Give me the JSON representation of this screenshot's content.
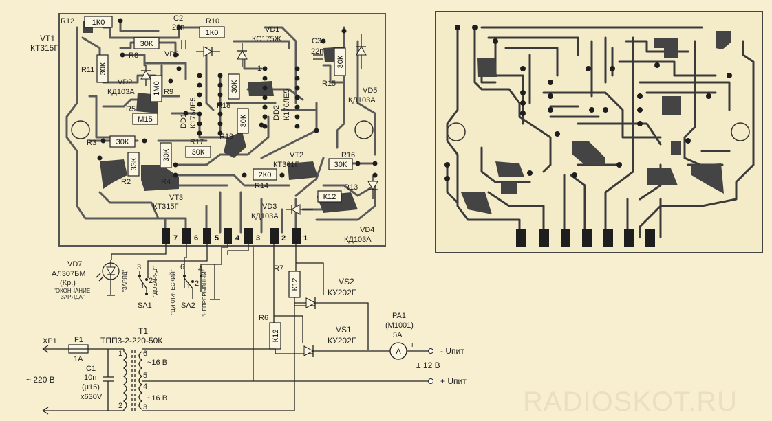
{
  "watermark": "RADIOSKOT.RU",
  "components": {
    "R12": "R12",
    "R12_val": "1К0",
    "VT1": "VT1",
    "VT1_type": "КТ315Г",
    "C2": "C2",
    "C2_val": "22n",
    "R10": "R10",
    "R10_val": "1К0",
    "VD1": "VD1",
    "VD1_type": "КС175Ж",
    "R8": "R8",
    "R8_val": "30К",
    "VD6": "VD6",
    "C3": "C3",
    "C3_val": "22n",
    "R11": "R11",
    "R11_val": "30К",
    "VD2": "VD2",
    "VD2_type": "КД103А",
    "R9": "R9",
    "R9_val": "1М0",
    "R5": "R5",
    "R5_val": "М15",
    "DD1": "DD1",
    "DD1_type": "К176ЛЕ5",
    "DD2": "DD2",
    "DD2_type": "К176ЛЕ5",
    "VD5": "VD5",
    "VD5_type": "КД103А",
    "R15": "R15",
    "R15_val": "30К",
    "R18": "R18",
    "R18_val": "30К",
    "R19": "R19",
    "R19_val": "30К",
    "R3": "R3",
    "R3_val": "30К",
    "R17": "R17",
    "R17_val": "30К",
    "R4": "R4",
    "R4_val": "30К",
    "R2": "R2",
    "R2_val": "33К",
    "VT2": "VT2",
    "VT2_type": "КТ361Г",
    "R16": "R16",
    "R16_val": "30К",
    "R14": "R14",
    "R14_val": "2К0",
    "R13": "R13",
    "R13_val": "К12",
    "VT3": "VT3",
    "VT3_type": "КТ315Г",
    "VD3": "VD3",
    "VD3_type": "КД103А",
    "VD4": "VD4",
    "VD4_type": "КД103А",
    "one": "1"
  },
  "pins": [
    "7",
    "6",
    "5",
    "4",
    "3",
    "2",
    "1"
  ],
  "lower": {
    "VD7": "VD7",
    "VD7_type": "АЛ307БМ",
    "VD7_color": "(Кр.)",
    "VD7_note1": "\"ОКОНЧАНИЕ",
    "VD7_note2": "ЗАРЯДА\"",
    "SA1": "SA1",
    "SA2": "SA2",
    "sa1_zaryad": "\"ЗАРЯД\"",
    "sa1_dozaryad": "\"ДОЗАРЯД\"",
    "sa2_cikl": "\"ЦИКЛИЧЕСКИЙ\"",
    "sa2_nepr": "\"НЕПРЕРЫВНЫЙ\"",
    "sa1_p3": "3",
    "sa1_p1": "1",
    "sa1_p2": "2",
    "sa2_p6": "6",
    "sa2_p4": "4",
    "sa2_p1": "1",
    "sa2_p2": "2",
    "R7": "R7",
    "R7_val": "К12",
    "R6": "R6",
    "R6_val": "К12",
    "VS2": "VS2",
    "VS2_type": "КУ202Г",
    "VS1": "VS1",
    "VS1_type": "КУ202Г",
    "PA1": "PA1",
    "PA1_type": "(М1001)",
    "PA1_range": "5А",
    "ammeter": "A",
    "minus_u": "- Uпит",
    "plus_u": "+ Uпит",
    "pm12": "± 12 В",
    "plus": "+",
    "XP1": "XP1",
    "F1": "F1",
    "F1_val": "1А",
    "C1": "C1",
    "C1_val1": "10n",
    "C1_val2": "(μ15)",
    "C1_val3": "x630V",
    "mains": "~ 220 В",
    "T1": "T1",
    "T1_type": "ТПП3-2-220-50К",
    "t1": "1",
    "t2": "2",
    "t3": "3",
    "t4": "4",
    "t5": "5",
    "t6": "6",
    "sec1": "~16 В",
    "sec2": "~16 В"
  }
}
